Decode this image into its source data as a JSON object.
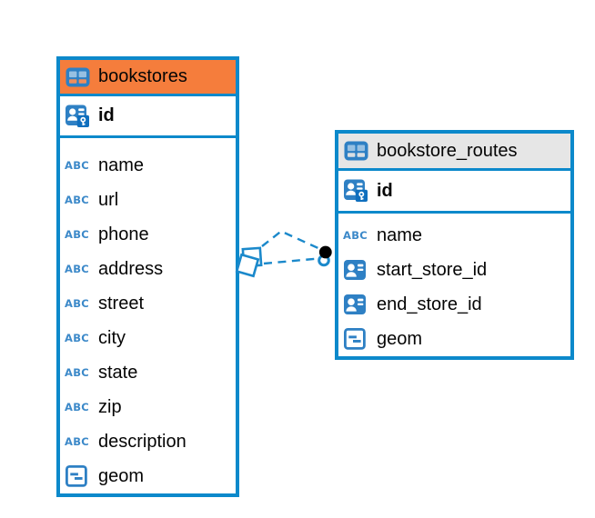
{
  "diagram": {
    "tables": [
      {
        "name": "bookstores",
        "header_color": "#f57d3c",
        "columns": [
          {
            "label": "id",
            "type": "primary-key"
          },
          {
            "label": "name",
            "type": "text"
          },
          {
            "label": "url",
            "type": "text"
          },
          {
            "label": "phone",
            "type": "text"
          },
          {
            "label": "address",
            "type": "text"
          },
          {
            "label": "street",
            "type": "text"
          },
          {
            "label": "city",
            "type": "text"
          },
          {
            "label": "state",
            "type": "text"
          },
          {
            "label": "zip",
            "type": "text"
          },
          {
            "label": "description",
            "type": "text"
          },
          {
            "label": "geom",
            "type": "geometry"
          }
        ]
      },
      {
        "name": "bookstore_routes",
        "header_color": "#e6e6e6",
        "columns": [
          {
            "label": "id",
            "type": "primary-key"
          },
          {
            "label": "name",
            "type": "text"
          },
          {
            "label": "start_store_id",
            "type": "foreign-key"
          },
          {
            "label": "end_store_id",
            "type": "foreign-key"
          },
          {
            "label": "geom",
            "type": "geometry"
          }
        ]
      }
    ],
    "relationships": [
      {
        "from_table": "bookstores",
        "to_table": "bookstore_routes",
        "style": "dashed"
      },
      {
        "from_table": "bookstores",
        "to_table": "bookstore_routes",
        "style": "dashed"
      }
    ],
    "colors": {
      "table_border": "#0c89cb",
      "relationship_line": "#1b89cb",
      "icon_blue": "#2e80c4",
      "text": "#050505"
    },
    "icons": {
      "text_type_glyph": "ABC"
    }
  }
}
